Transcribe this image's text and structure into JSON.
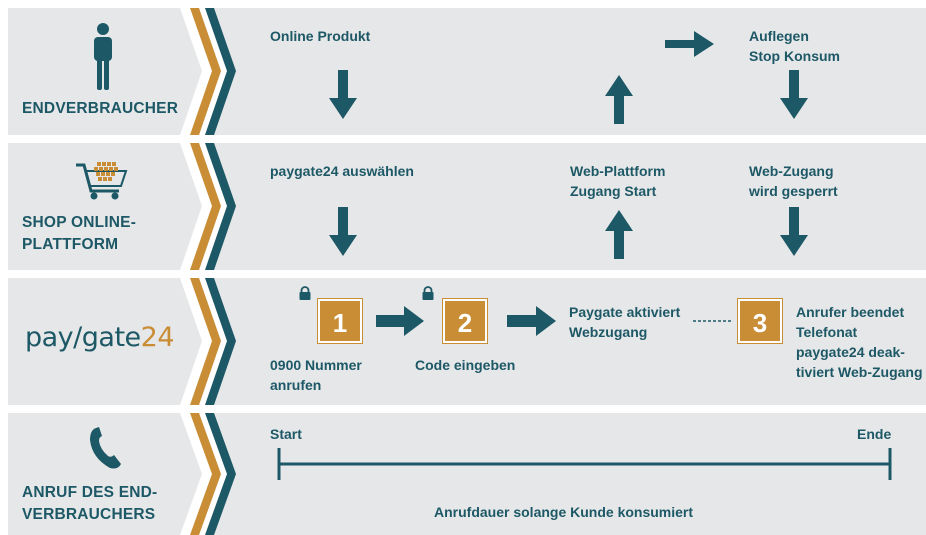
{
  "colors": {
    "teal": "#1d5866",
    "gold": "#c98d35",
    "row_bg": "#e6e7e8"
  },
  "rows": [
    {
      "label_lines": [
        "ENDVERBRAUCHER"
      ],
      "icon": "person-icon"
    },
    {
      "label_lines": [
        "SHOP ONLINE-",
        "PLATTFORM"
      ],
      "icon": "shopping-cart-icon"
    },
    {
      "brand": {
        "part1": "pay",
        "part2": "gate",
        "part3": "24"
      }
    },
    {
      "label_lines": [
        "ANRUF DES END-",
        "VERBRAUCHERS"
      ],
      "icon": "phone-icon"
    }
  ],
  "row1": {
    "online_produkt": "Online Produkt",
    "auflegen": [
      "Auflegen",
      "Stop Konsum"
    ]
  },
  "row2": {
    "auswaehlen": "paygate24 auswählen",
    "plattform_start": [
      "Web-Plattform",
      "Zugang Start"
    ],
    "zugang_gesperrt": [
      "Web-Zugang",
      "wird gesperrt"
    ]
  },
  "row3": {
    "step1": {
      "num": "1",
      "text": [
        "0900 Nummer",
        "anrufen"
      ]
    },
    "step2": {
      "num": "2",
      "text": [
        "Code eingeben"
      ]
    },
    "aktiviert": [
      "Paygate aktiviert",
      "Webzugang"
    ],
    "step3": {
      "num": "3",
      "text": [
        "Anrufer beendet",
        "Telefonat",
        "paygate24 deak-",
        "tiviert Web-Zugang"
      ]
    }
  },
  "row4": {
    "start": "Start",
    "ende": "Ende",
    "dauer": "Anrufdauer solange Kunde konsumiert"
  }
}
